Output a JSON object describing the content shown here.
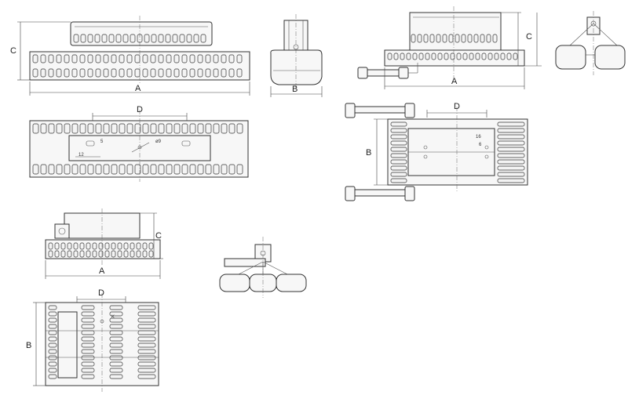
{
  "labels": {
    "A": "A",
    "B": "B",
    "C": "C",
    "D": "D"
  },
  "small_labels": {
    "view1_plan_a": "5",
    "view1_plan_b": "12",
    "view1_plan_c": "ø9",
    "view2_plan_a": "16",
    "view2_plan_b": "6",
    "view4_plan_a": "K"
  }
}
